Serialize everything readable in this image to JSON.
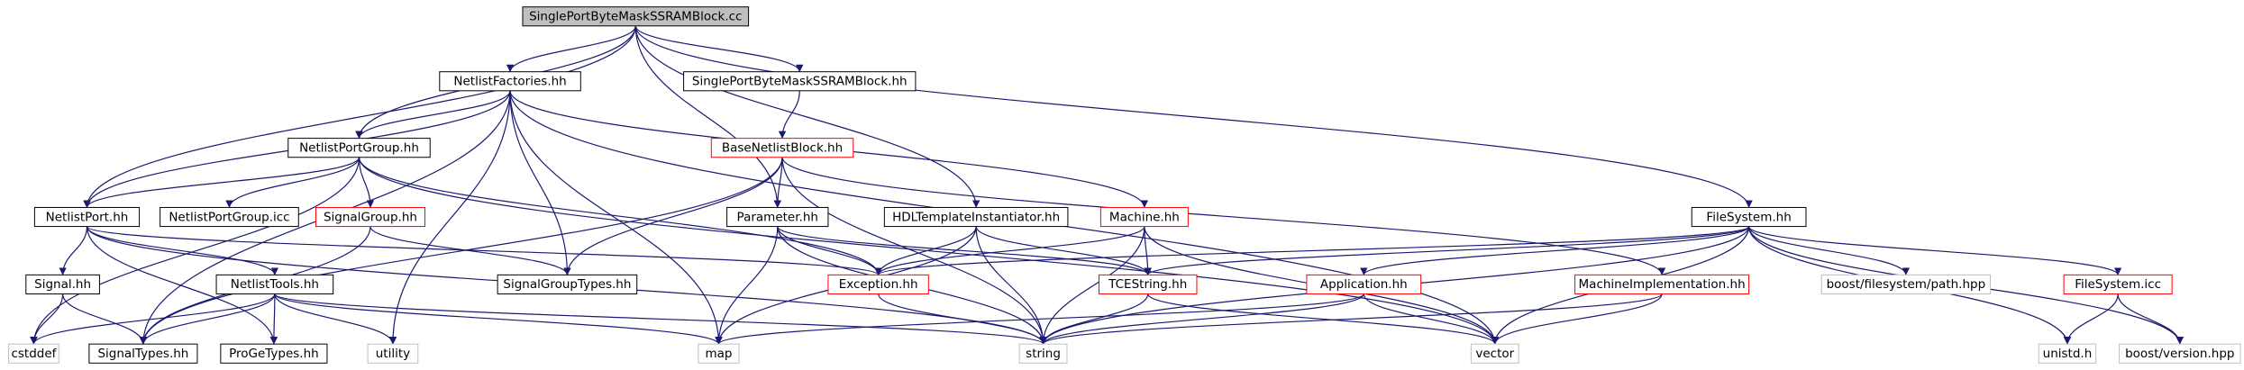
{
  "diagram": {
    "colors": {
      "background": "#ffffff",
      "edge": "#191970",
      "root_fill": "#bfbfbf",
      "border_black": "#000000",
      "border_red": "#ff0000",
      "border_gray": "#bfbfbf",
      "text": "#000000"
    },
    "nodes": [
      {
        "id": "root",
        "label": "SinglePortByteMaskSSRAMBlock.cc",
        "style": "root"
      },
      {
        "id": "nf",
        "label": "NetlistFactories.hh",
        "style": "black"
      },
      {
        "id": "sph",
        "label": "SinglePortByteMaskSSRAMBlock.hh",
        "style": "black"
      },
      {
        "id": "npg",
        "label": "NetlistPortGroup.hh",
        "style": "black"
      },
      {
        "id": "bnb",
        "label": "BaseNetlistBlock.hh",
        "style": "red"
      },
      {
        "id": "np",
        "label": "NetlistPort.hh",
        "style": "black"
      },
      {
        "id": "npgi",
        "label": "NetlistPortGroup.icc",
        "style": "black"
      },
      {
        "id": "sg",
        "label": "SignalGroup.hh",
        "style": "red"
      },
      {
        "id": "param",
        "label": "Parameter.hh",
        "style": "black"
      },
      {
        "id": "hdl",
        "label": "HDLTemplateInstantiator.hh",
        "style": "black"
      },
      {
        "id": "mach",
        "label": "Machine.hh",
        "style": "red"
      },
      {
        "id": "fs",
        "label": "FileSystem.hh",
        "style": "black"
      },
      {
        "id": "sig",
        "label": "Signal.hh",
        "style": "black"
      },
      {
        "id": "nt",
        "label": "NetlistTools.hh",
        "style": "black"
      },
      {
        "id": "sgt",
        "label": "SignalGroupTypes.hh",
        "style": "black"
      },
      {
        "id": "exc",
        "label": "Exception.hh",
        "style": "red"
      },
      {
        "id": "tce",
        "label": "TCEString.hh",
        "style": "red"
      },
      {
        "id": "app",
        "label": "Application.hh",
        "style": "red"
      },
      {
        "id": "mimpl",
        "label": "MachineImplementation.hh",
        "style": "red"
      },
      {
        "id": "bpath",
        "label": "boost/filesystem/path.hpp",
        "style": "gray"
      },
      {
        "id": "fsicc",
        "label": "FileSystem.icc",
        "style": "red"
      },
      {
        "id": "cstddef",
        "label": "cstddef",
        "style": "gray"
      },
      {
        "id": "st",
        "label": "SignalTypes.hh",
        "style": "black"
      },
      {
        "id": "pgt",
        "label": "ProGeTypes.hh",
        "style": "black"
      },
      {
        "id": "utility",
        "label": "utility",
        "style": "gray"
      },
      {
        "id": "map",
        "label": "map",
        "style": "gray"
      },
      {
        "id": "string",
        "label": "string",
        "style": "gray"
      },
      {
        "id": "vector",
        "label": "vector",
        "style": "gray"
      },
      {
        "id": "unistd",
        "label": "unistd.h",
        "style": "gray"
      },
      {
        "id": "bver",
        "label": "boost/version.hpp",
        "style": "gray"
      }
    ],
    "edges": [
      [
        "root",
        "nf"
      ],
      [
        "root",
        "sph"
      ],
      [
        "root",
        "npg"
      ],
      [
        "root",
        "np"
      ],
      [
        "root",
        "param"
      ],
      [
        "root",
        "hdl"
      ],
      [
        "root",
        "fs"
      ],
      [
        "sph",
        "bnb"
      ],
      [
        "nf",
        "npg"
      ],
      [
        "nf",
        "np"
      ],
      [
        "nf",
        "st"
      ],
      [
        "nf",
        "map"
      ],
      [
        "nf",
        "utility"
      ],
      [
        "nf",
        "sgt"
      ],
      [
        "nf",
        "mach"
      ],
      [
        "nf",
        "vector"
      ],
      [
        "npg",
        "np"
      ],
      [
        "npg",
        "npgi"
      ],
      [
        "npg",
        "sg"
      ],
      [
        "npg",
        "exc"
      ],
      [
        "npg",
        "vector"
      ],
      [
        "npg",
        "cstddef"
      ],
      [
        "bnb",
        "param"
      ],
      [
        "bnb",
        "sgt"
      ],
      [
        "bnb",
        "st"
      ],
      [
        "bnb",
        "string"
      ],
      [
        "bnb",
        "mimpl"
      ],
      [
        "np",
        "sig"
      ],
      [
        "np",
        "nt"
      ],
      [
        "np",
        "pgt"
      ],
      [
        "np",
        "exc"
      ],
      [
        "np",
        "string"
      ],
      [
        "sg",
        "sgt"
      ],
      [
        "sg",
        "st"
      ],
      [
        "param",
        "exc"
      ],
      [
        "param",
        "tce"
      ],
      [
        "param",
        "map"
      ],
      [
        "param",
        "string"
      ],
      [
        "hdl",
        "exc"
      ],
      [
        "hdl",
        "tce"
      ],
      [
        "hdl",
        "map"
      ],
      [
        "hdl",
        "string"
      ],
      [
        "mach",
        "exc"
      ],
      [
        "mach",
        "tce"
      ],
      [
        "mach",
        "string"
      ],
      [
        "mach",
        "vector"
      ],
      [
        "fs",
        "exc"
      ],
      [
        "fs",
        "tce"
      ],
      [
        "fs",
        "app"
      ],
      [
        "fs",
        "bpath"
      ],
      [
        "fs",
        "fsicc"
      ],
      [
        "fs",
        "unistd"
      ],
      [
        "fs",
        "bver"
      ],
      [
        "fs",
        "string"
      ],
      [
        "fs",
        "vector"
      ],
      [
        "sig",
        "cstddef"
      ],
      [
        "sig",
        "st"
      ],
      [
        "nt",
        "st"
      ],
      [
        "nt",
        "pgt"
      ],
      [
        "nt",
        "utility"
      ],
      [
        "nt",
        "map"
      ],
      [
        "nt",
        "string"
      ],
      [
        "nt",
        "cstddef"
      ],
      [
        "exc",
        "string"
      ],
      [
        "tce",
        "string"
      ],
      [
        "tce",
        "vector"
      ],
      [
        "app",
        "string"
      ],
      [
        "app",
        "map"
      ],
      [
        "app",
        "vector"
      ],
      [
        "mimpl",
        "string"
      ],
      [
        "mimpl",
        "vector"
      ],
      [
        "fsicc",
        "unistd"
      ],
      [
        "fsicc",
        "bver"
      ]
    ]
  }
}
